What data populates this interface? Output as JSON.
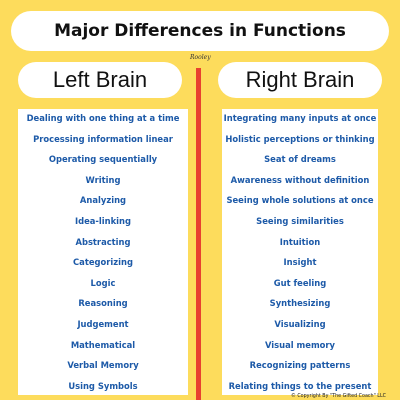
{
  "title": "Major Differences in Functions",
  "signature": "Rooley",
  "left": {
    "heading": "Left Brain",
    "items": [
      "Dealing with one thing at a time",
      "Processing information linear",
      "Operating sequentially",
      "Writing",
      "Analyzing",
      "Idea-linking",
      "Abstracting",
      "Categorizing",
      "Logic",
      "Reasoning",
      "Judgement",
      "Mathematical",
      "Verbal Memory",
      "Using Symbols"
    ]
  },
  "right": {
    "heading": "Right Brain",
    "items": [
      "Integrating many inputs at once",
      "Holistic perceptions or thinking",
      "Seat of dreams",
      "Awareness without definition",
      "Seeing whole solutions at once",
      "Seeing similarities",
      "Intuition",
      "Insight",
      "Gut feeling",
      "Synthesizing",
      "Visualizing",
      "Visual memory",
      "Recognizing patterns",
      "Relating things to the present"
    ]
  },
  "copyright": "© Copyright By \"The Gifted Coach\" LLC",
  "colors": {
    "background": "#fddc5c",
    "divider": "#e8402f",
    "item_text": "#1d5aa8"
  }
}
